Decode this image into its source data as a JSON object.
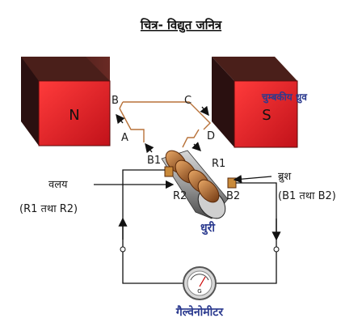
{
  "title": "चित्र- विद्युत जनित्र",
  "magnets": {
    "north_label": "N",
    "south_label": "S",
    "pole_caption": "चुम्बकीय ध्रुव",
    "face_color": "#e0242a",
    "dark_color": "#3a1a1a"
  },
  "coil_points": {
    "A": "A",
    "B": "B",
    "C": "C",
    "D": "D"
  },
  "rings": {
    "r1": "R1",
    "r2": "R2"
  },
  "brushes": {
    "b1": "B1",
    "b2": "B2"
  },
  "ring_label": "वलय",
  "ring_note": "(R1 तथा R2)",
  "brush_label": "ब्रुश",
  "brush_note": "(B1 तथा B2)",
  "axle_label": "धुरी",
  "galvanometer_label": "गैल्वेनोमीटर",
  "galvanometer_dial": "G",
  "accent_color": "#2b3a8f"
}
